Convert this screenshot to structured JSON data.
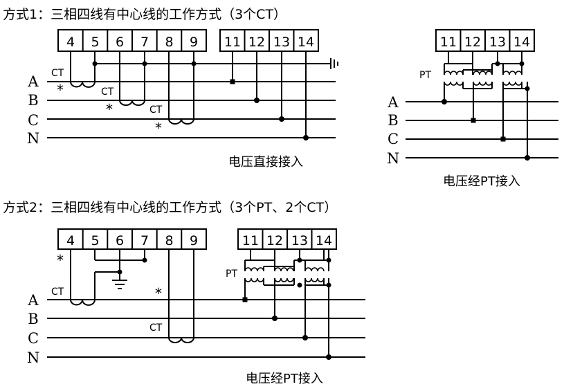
{
  "diagram1": {
    "title": "方式1：三相四线有中心线的工作方式（3个CT）",
    "left_terminals": [
      "4",
      "5",
      "6",
      "7",
      "8",
      "9"
    ],
    "right_terminals": [
      "11",
      "12",
      "13",
      "14"
    ],
    "phases": [
      "A",
      "B",
      "C",
      "N"
    ],
    "ct_label": "CT",
    "star": "*",
    "caption": "电压直接接入"
  },
  "diagram_pt": {
    "terminals": [
      "11",
      "12",
      "13",
      "14"
    ],
    "pt_label": "PT",
    "phases": [
      "A",
      "B",
      "C",
      "N"
    ],
    "caption": "电压经PT接入"
  },
  "diagram2": {
    "title": "方式2：三相四线有中心线的工作方式（3个PT、2个CT）",
    "left_terminals": [
      "4",
      "5",
      "6",
      "7",
      "8",
      "9"
    ],
    "right_terminals": [
      "11",
      "12",
      "13",
      "14"
    ],
    "phases": [
      "A",
      "B",
      "C",
      "N"
    ],
    "ct_label": "CT",
    "pt_label": "PT",
    "star": "*",
    "caption": "电压经PT接入"
  }
}
